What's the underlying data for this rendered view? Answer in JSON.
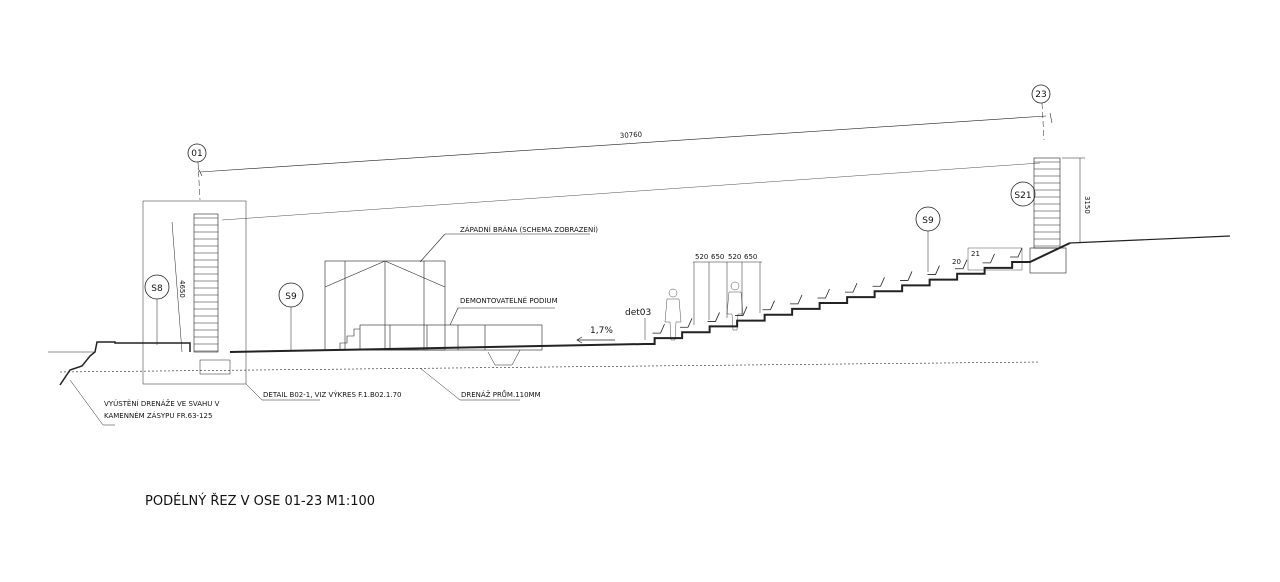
{
  "title": "PODÉLNÝ ŘEZ V OSE 01-23 M1:100",
  "axes": {
    "left": "01",
    "right": "23"
  },
  "overall_dimension": "30760",
  "height_left": "4650",
  "height_right": "3150",
  "section_markers": {
    "s8": "S8",
    "s9_left": "S9",
    "s9_right": "S9",
    "s21": "S21"
  },
  "labels": {
    "gate": "ZÁPADNÍ BRÁNA (SCHEMA ZOBRAZENÍ)",
    "podium": "DEMONTOVATELNÉ PODIUM",
    "detail_ref": "det03",
    "slope": "1,7%",
    "detail_b02": "DETAIL B02-1, VIZ VÝKRES F.1.B02.1.70",
    "drain": "DRENÁŽ PRŮM.110MM",
    "outlet_line1": "VYÚSTĚNÍ DRENÁŽE VE SVAHU V",
    "outlet_line2": "KAMENNÉM ZÁSYPU FR.63-125"
  },
  "stair_dims": [
    "520",
    "650",
    "520",
    "650"
  ],
  "row_numbers": {
    "r20": "20",
    "r21": "21"
  }
}
